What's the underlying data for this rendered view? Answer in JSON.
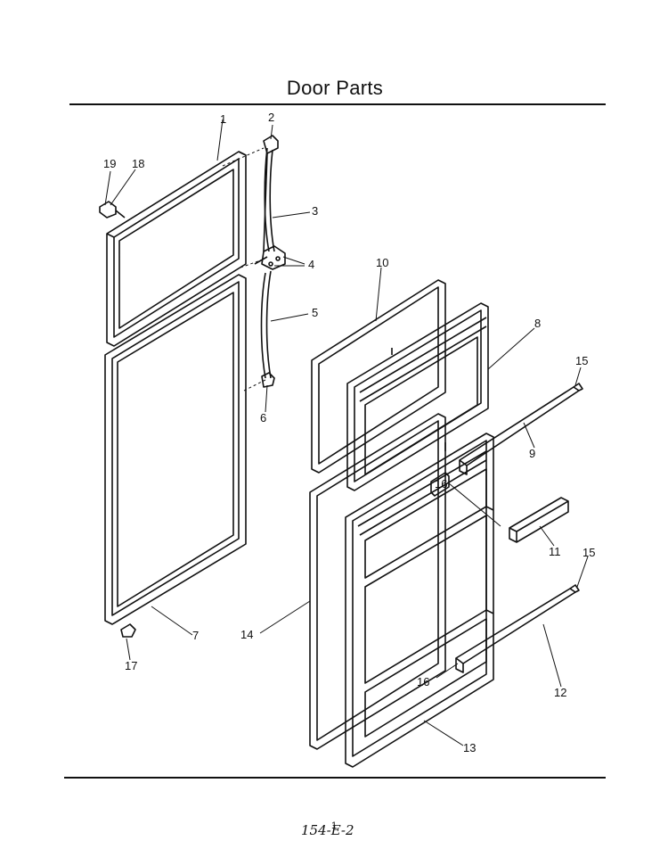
{
  "title": "Door Parts",
  "callouts": {
    "c1": "1",
    "c2": "2",
    "c3": "3",
    "c4": "4",
    "c5": "5",
    "c6": "6",
    "c7": "7",
    "c8": "8",
    "c9": "9",
    "c10": "10",
    "c11": "11",
    "c12": "12",
    "c13": "13",
    "c14": "14",
    "c15a": "15",
    "c15b": "15",
    "c16a": "16",
    "c16b": "16",
    "c17": "17",
    "c18": "18",
    "c19": "19"
  },
  "footer": {
    "page_number": "1",
    "code": "154-E-2"
  }
}
